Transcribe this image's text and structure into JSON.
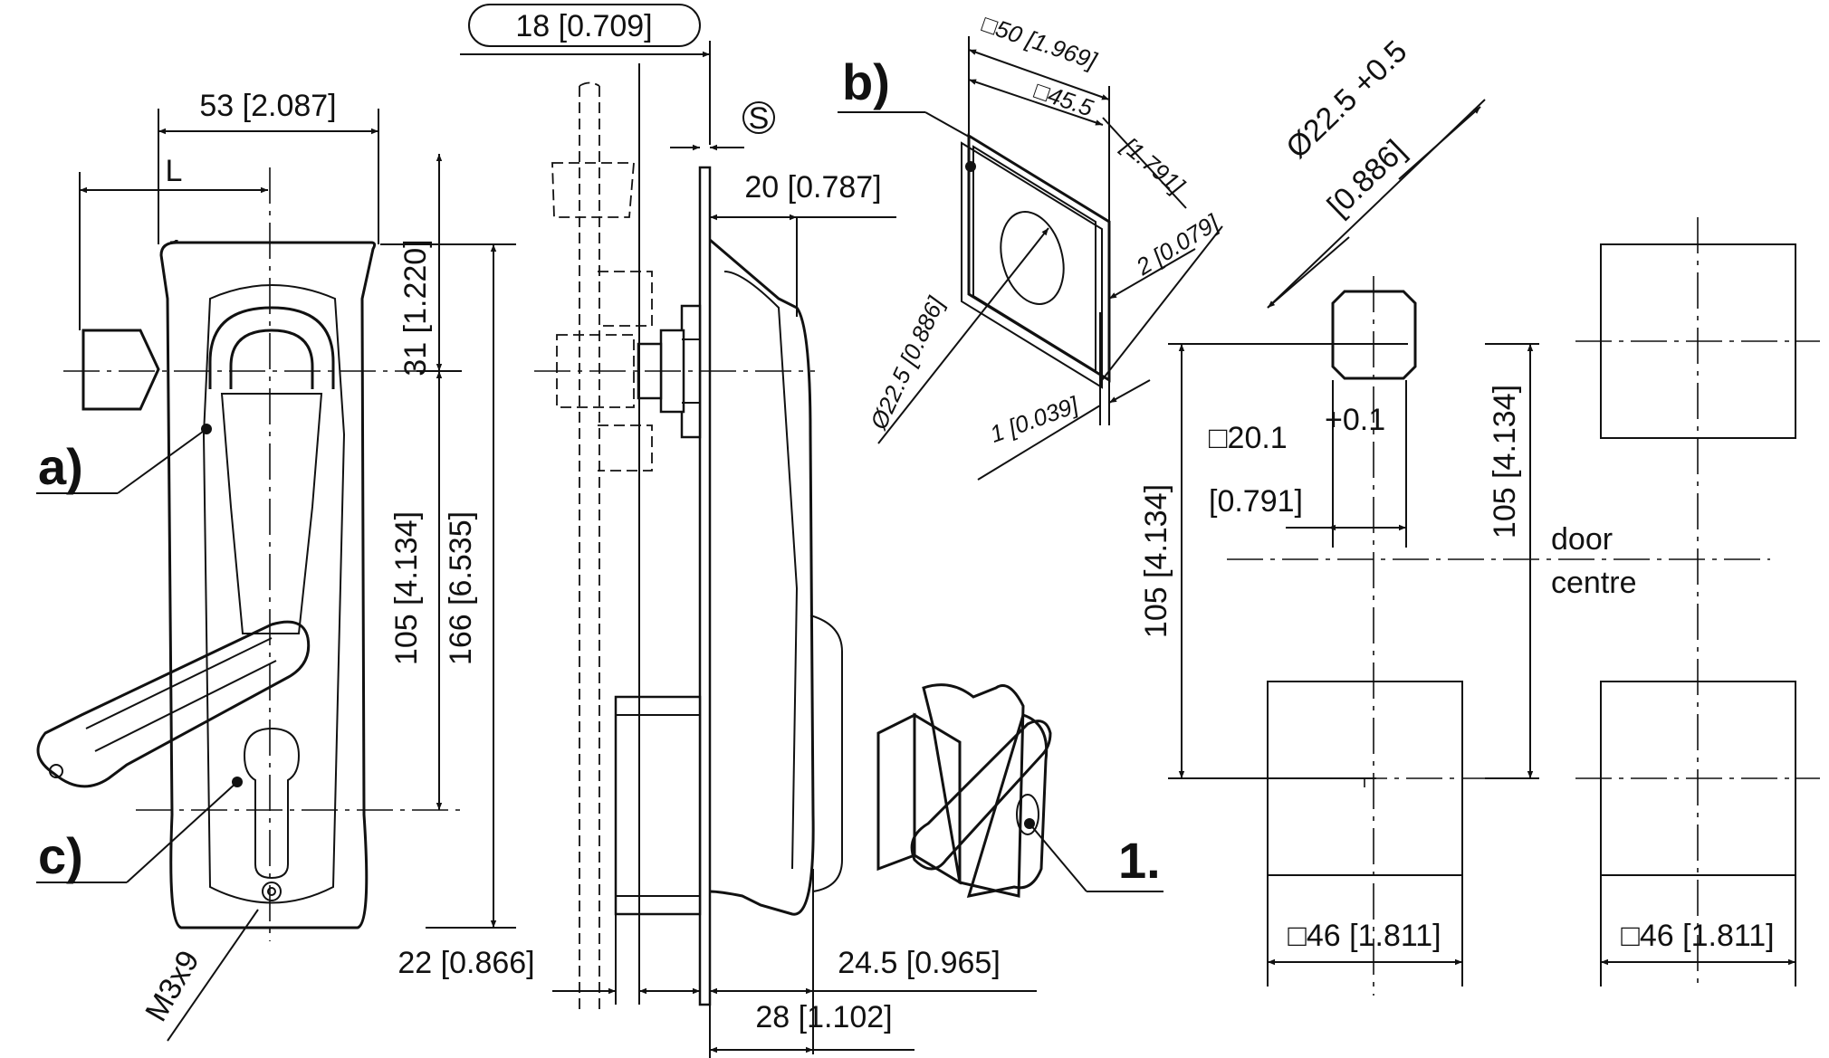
{
  "labels": {
    "a": "a)",
    "b": "b)",
    "c": "c)",
    "one": "1.",
    "L": "L",
    "S": "S",
    "thread": "M3x9",
    "door": "door",
    "centre": "centre"
  },
  "dims": {
    "w53": "53 [2.087]",
    "w18": "18 [0.709]",
    "h31": "31 [1.220]",
    "h105": "105 [4.134]",
    "h166": "166 [6.535]",
    "d20": "20 [0.787]",
    "d22": "22 [0.866]",
    "d245": "24.5 [0.965]",
    "d28": "28 [1.102]",
    "sq50": "□50 [1.969]",
    "sq455a": "□45.5",
    "sq455b": "[1.791]",
    "t2": "2 [0.079]",
    "t1": "1 [0.039]",
    "dia225": "Ø22.5 [0.886]",
    "cutDia": "Ø22.5 +0.5",
    "cutDiaIn": "[0.886]",
    "sq201": "□20.1",
    "tol01": "+0.1",
    "in0791": "[0.791]",
    "pitch105": "105 [4.134]",
    "pitch105b": "105 [4.134]",
    "sq46a": "□46 [1.811]",
    "sq46b": "□46 [1.811]"
  }
}
